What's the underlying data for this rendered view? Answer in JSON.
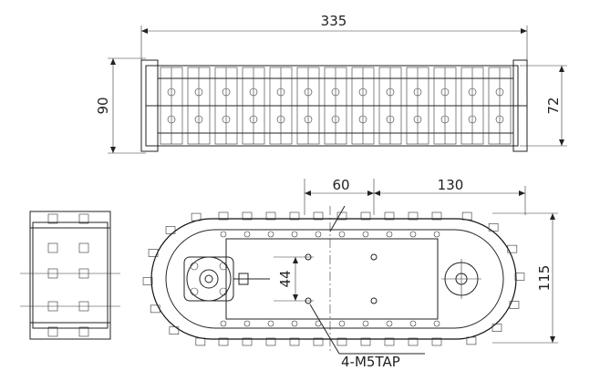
{
  "drawing": {
    "dim_length_top": "335",
    "dim_width_outer": "90",
    "dim_width_inner": "72",
    "dim_sprocket_offset": "60",
    "dim_wheel_base": "130",
    "dim_height": "115",
    "dim_hole_spacing": "44",
    "callout_tap": "4-M5TAP"
  }
}
